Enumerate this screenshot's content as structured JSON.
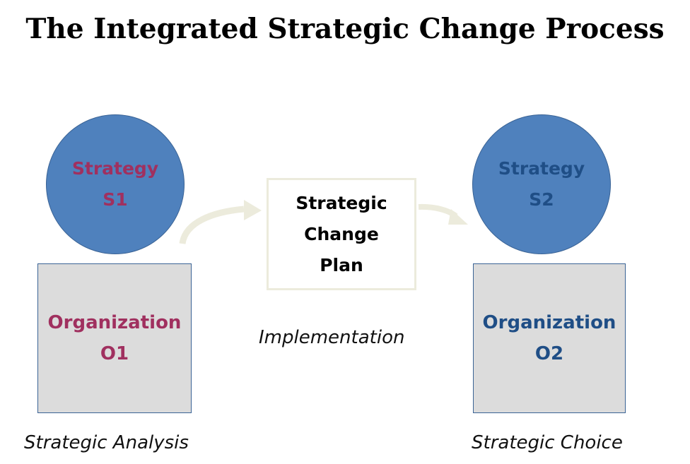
{
  "title": "The Integrated Strategic Change Process",
  "strategy1": {
    "line1": "Strategy",
    "line2": "S1"
  },
  "organization1": {
    "line1": "Organization",
    "line2": "O1"
  },
  "plan": {
    "line1": "Strategic",
    "line2": "Change",
    "line3": "Plan"
  },
  "strategy2": {
    "line1": "Strategy",
    "line2": "S2"
  },
  "organization2": {
    "line1": "Organization",
    "line2": "O2"
  },
  "captions": {
    "left": "Strategic Analysis",
    "middle": "Implementation",
    "right": "Strategic Choice"
  },
  "colors": {
    "circle": "#4f81bd",
    "square": "#dcdcdc",
    "left_text": "#a0305f",
    "right_text": "#1f4e86"
  }
}
